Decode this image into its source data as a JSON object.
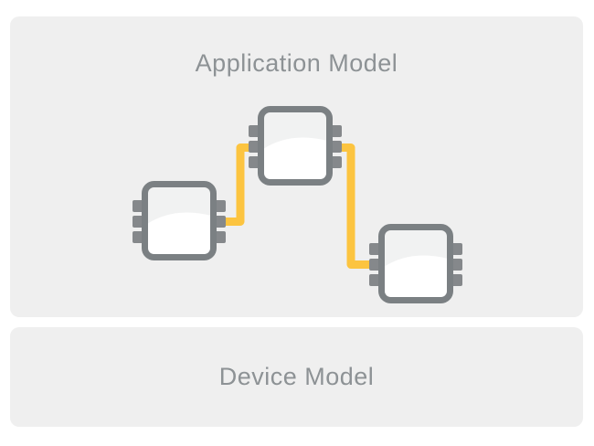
{
  "panels": {
    "application": {
      "label": "Application Model"
    },
    "device": {
      "label": "Device Model"
    }
  },
  "diagram": {
    "nodes": [
      {
        "id": "chip-left",
        "icon": "microchip-icon"
      },
      {
        "id": "chip-top",
        "icon": "microchip-icon"
      },
      {
        "id": "chip-right",
        "icon": "microchip-icon"
      }
    ],
    "connections": [
      {
        "from": "chip-left",
        "to": "chip-top"
      },
      {
        "from": "chip-top",
        "to": "chip-right"
      }
    ]
  },
  "colors": {
    "page_bg": "#ffffff",
    "panel_bg": "#efefef",
    "label_text": "#8d9295",
    "chip_border": "#7b8083",
    "chip_pin": "#85888b",
    "chip_face": "#ffffff",
    "chip_gloss_tint": "#f1f2f2",
    "wire_yellow": "#fcc440"
  }
}
